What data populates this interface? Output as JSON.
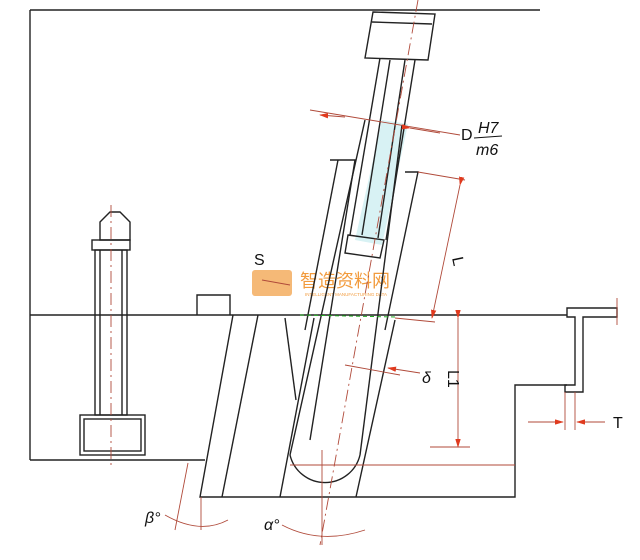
{
  "drawing": {
    "labels": {
      "S": "S",
      "D": "D",
      "fit_hole": "H7",
      "fit_shaft": "m6",
      "L": "L",
      "L1": "L1",
      "delta": "δ",
      "T": "T",
      "beta": "β°",
      "alpha": "α°"
    },
    "colors": {
      "line": "#222222",
      "dimension": "#b04a3a",
      "arrow": "#e03a1e",
      "thread_fill": "#d8f2f4",
      "watermark": "#f08a1c"
    }
  },
  "watermark": {
    "text": "智造资料网",
    "subtext": "INTELLIGENT MANUFACTURING DATA"
  }
}
